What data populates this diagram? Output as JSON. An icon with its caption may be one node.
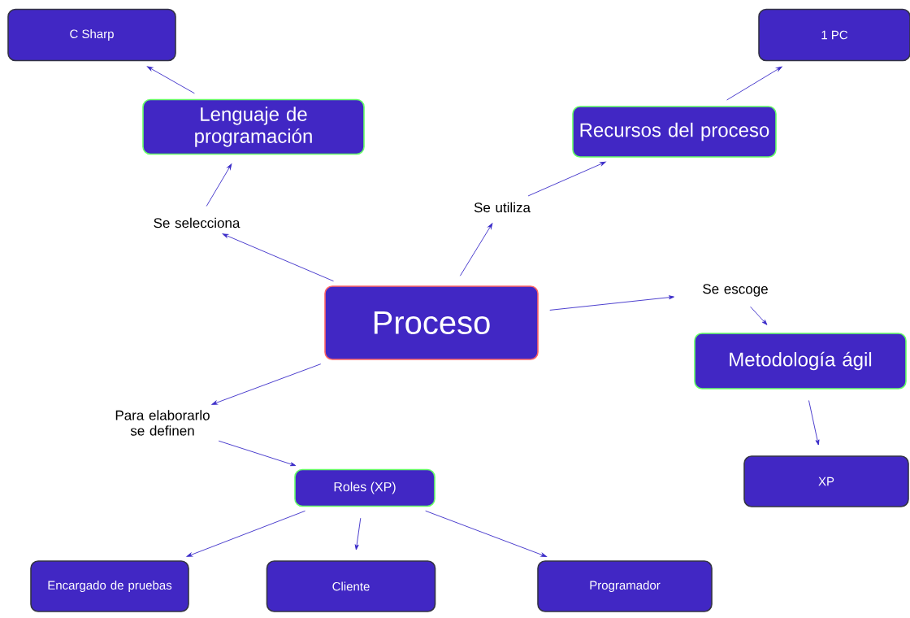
{
  "diagram": {
    "nodes": [
      {
        "text": [
          "Proceso"
        ]
      },
      {
        "text": [
          "Se selecciona"
        ]
      },
      {
        "text": [
          "Lenguaje de programación"
        ]
      },
      {
        "text": [
          "C Sharp"
        ]
      },
      {
        "text": [
          "Se utiliza"
        ]
      },
      {
        "text": [
          "Recursos del proceso"
        ]
      },
      {
        "text": [
          "1 PC"
        ]
      },
      {
        "text": [
          "Se escoge"
        ]
      },
      {
        "text": [
          "Metodología ágil"
        ]
      },
      {
        "text": [
          "XP"
        ]
      },
      {
        "text": [
          "Para elaborarlo se definen"
        ]
      },
      {
        "text": [
          "Roles (XP)"
        ]
      },
      {
        "text": [
          "Encargado de pruebas"
        ]
      },
      {
        "text": [
          "Cliente"
        ]
      },
      {
        "text": [
          "Programador"
        ]
      }
    ],
    "edges": [
      {
        "from": 0,
        "to": 1,
        "arrow": "to"
      },
      {
        "from": 1,
        "to": 2,
        "arrow": "to"
      },
      {
        "from": 2,
        "to": 3,
        "arrow": "to"
      },
      {
        "from": 0,
        "to": 4,
        "arrow": "to"
      },
      {
        "from": 4,
        "to": 5,
        "arrow": "to"
      },
      {
        "from": 5,
        "to": 6,
        "arrow": "to"
      },
      {
        "from": 0,
        "to": 7,
        "arrow": "to"
      },
      {
        "from": 7,
        "to": 8,
        "arrow": "to"
      },
      {
        "from": 8,
        "to": 9,
        "arrow": "to"
      },
      {
        "from": 0,
        "to": 10,
        "arrow": "to"
      },
      {
        "from": 10,
        "to": 11,
        "arrow": "to"
      },
      {
        "from": 11,
        "to": 12,
        "arrow": "to"
      },
      {
        "from": 11,
        "to": 13,
        "arrow": "to"
      },
      {
        "from": 11,
        "to": 14,
        "arrow": "to"
      }
    ]
  }
}
